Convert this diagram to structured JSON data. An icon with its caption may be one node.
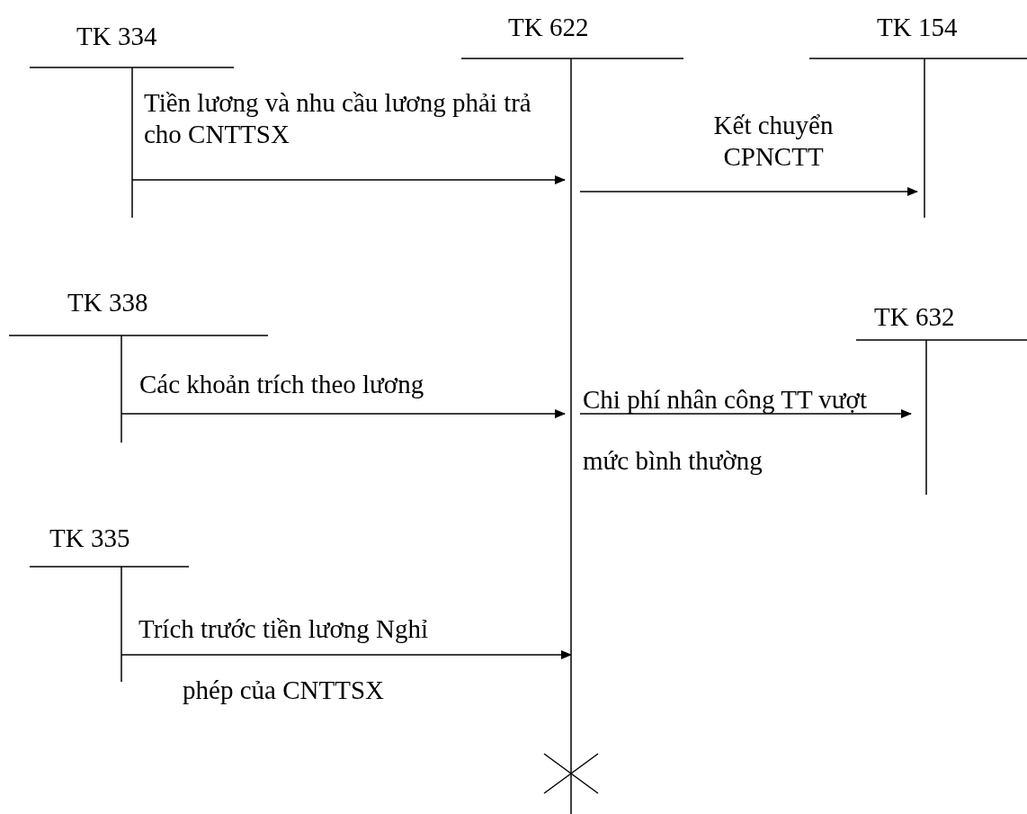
{
  "diagram": {
    "nodes": [
      {
        "text": [
          "TK 334"
        ]
      },
      {
        "text": [
          "TK 622"
        ]
      },
      {
        "text": [
          "TK 154"
        ]
      },
      {
        "text": [
          "TK 338"
        ]
      },
      {
        "text": [
          "TK 632"
        ]
      },
      {
        "text": [
          "TK 335"
        ]
      }
    ],
    "edges": [
      {
        "from": 0,
        "to": 1,
        "arrow": "to",
        "label": "Tiền lương và nhu cầu lương phải trả cho CNTTSX"
      },
      {
        "from": 1,
        "to": 2,
        "arrow": "to",
        "label": "Kết chuyển CPNCTT"
      },
      {
        "from": 3,
        "to": 1,
        "arrow": "to",
        "label": "Các khoản trích theo lương"
      },
      {
        "from": 1,
        "to": 4,
        "arrow": "to",
        "label": "Chi phí nhân công TT vượt mức bình thường"
      },
      {
        "from": 5,
        "to": 1,
        "arrow": "to",
        "label": "Trích trước tiền lương Nghỉ phép của CNTTSX"
      }
    ]
  }
}
